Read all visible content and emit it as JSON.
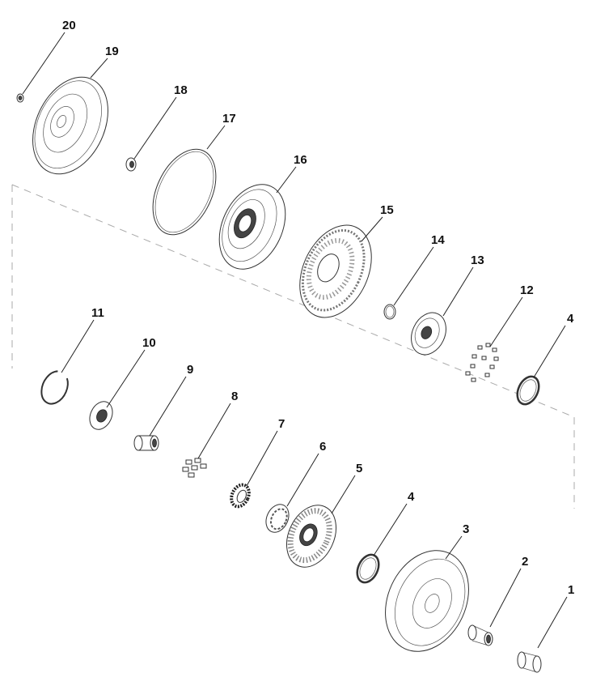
{
  "diagram": {
    "type": "exploded-parts-view",
    "colors": {
      "line": "#333333",
      "label": "#111111",
      "dashed_group": "#aaaaaa"
    },
    "callouts": [
      {
        "id": "p20",
        "label": "20"
      },
      {
        "id": "p19",
        "label": "19"
      },
      {
        "id": "p18",
        "label": "18"
      },
      {
        "id": "p17",
        "label": "17"
      },
      {
        "id": "p16",
        "label": "16"
      },
      {
        "id": "p15",
        "label": "15"
      },
      {
        "id": "p14",
        "label": "14"
      },
      {
        "id": "p13",
        "label": "13"
      },
      {
        "id": "p12",
        "label": "12"
      },
      {
        "id": "p4a",
        "label": "4"
      },
      {
        "id": "p11",
        "label": "11"
      },
      {
        "id": "p10",
        "label": "10"
      },
      {
        "id": "p9",
        "label": "9"
      },
      {
        "id": "p8",
        "label": "8"
      },
      {
        "id": "p7",
        "label": "7"
      },
      {
        "id": "p6",
        "label": "6"
      },
      {
        "id": "p5",
        "label": "5"
      },
      {
        "id": "p4b",
        "label": "4"
      },
      {
        "id": "p3",
        "label": "3"
      },
      {
        "id": "p2",
        "label": "2"
      },
      {
        "id": "p1",
        "label": "1"
      }
    ]
  }
}
